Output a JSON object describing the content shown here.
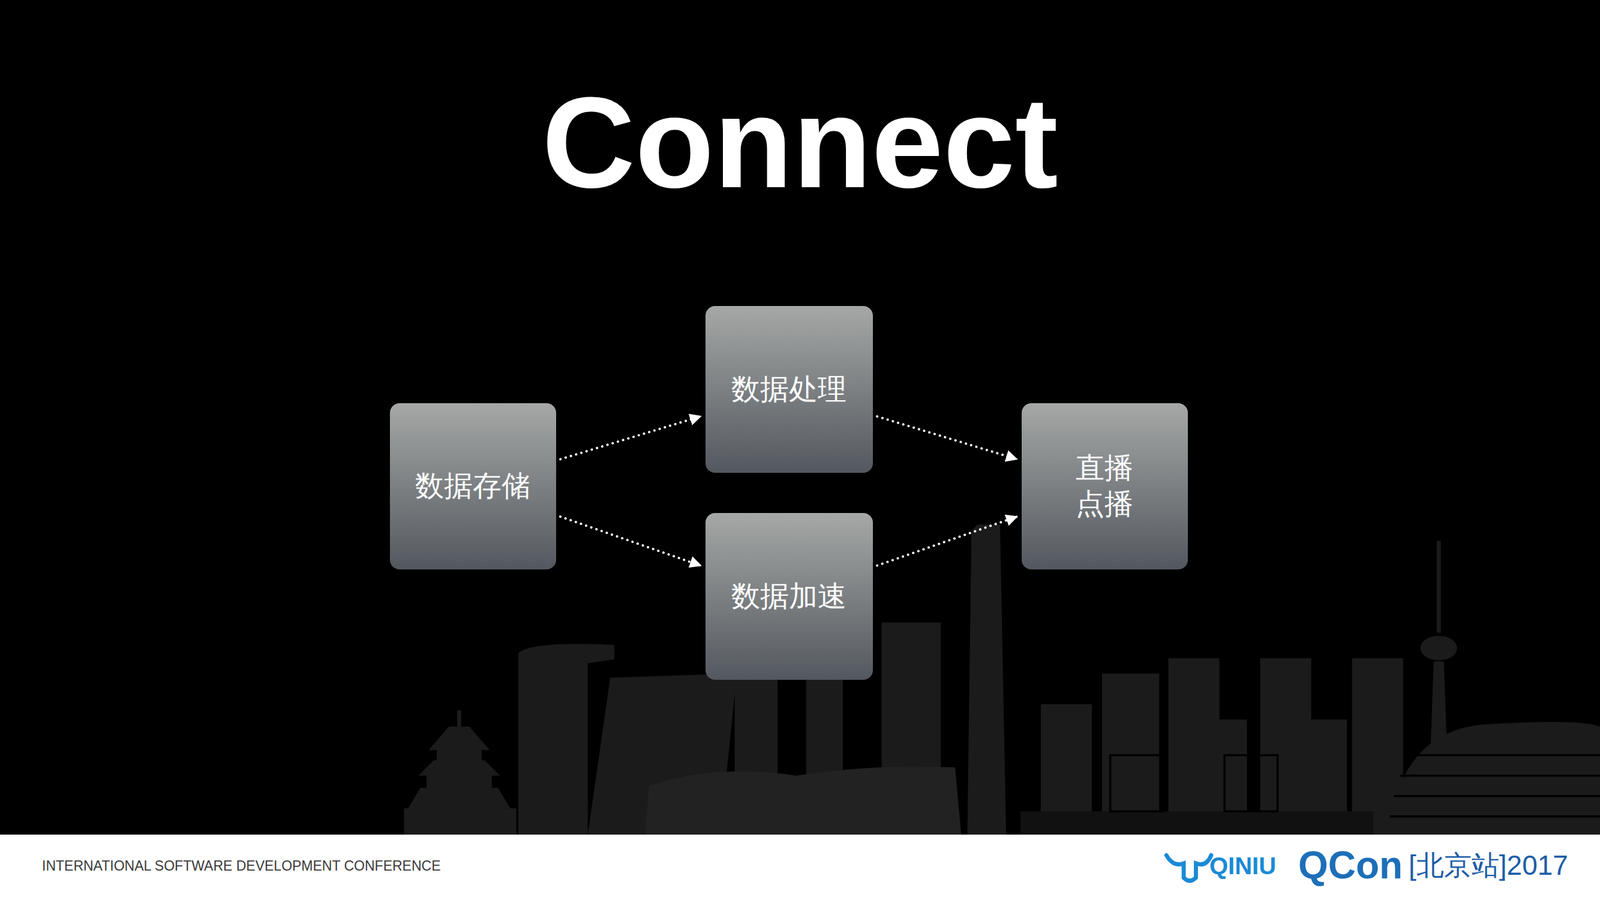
{
  "diagram": {
    "title": "Connect",
    "nodes": [
      {
        "text": [
          "数据存储"
        ]
      },
      {
        "text": [
          "数据处理"
        ]
      },
      {
        "text": [
          "数据加速"
        ]
      },
      {
        "text": [
          "直播 点播"
        ]
      }
    ],
    "edges": [
      {
        "from": 0,
        "to": 1,
        "arrow": "to"
      },
      {
        "from": 0,
        "to": 2,
        "arrow": "to"
      },
      {
        "from": 1,
        "to": 3,
        "arrow": "to"
      },
      {
        "from": 2,
        "to": 3,
        "arrow": "to"
      }
    ],
    "labels": [
      "INTERNATIONAL SOFTWARE DEVELOPMENT CONFERENCE",
      "QINIU",
      "QCon",
      "[北京站]2017"
    ]
  }
}
